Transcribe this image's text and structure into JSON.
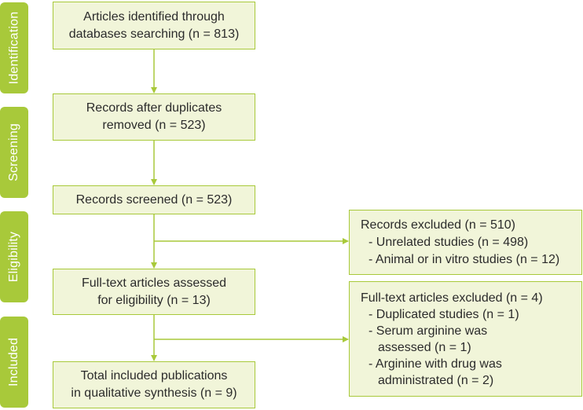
{
  "stages": {
    "identification": "Identification",
    "screening": "Screening",
    "eligibility": "Eligibility",
    "included": "Included"
  },
  "boxes": {
    "identified": [
      "Articles identified through",
      "databases searching (n = 813)"
    ],
    "after_duplicates": [
      "Records after duplicates",
      "removed (n = 523)"
    ],
    "screened": [
      "Records screened (n = 523)"
    ],
    "full_text": [
      "Full-text articles assessed",
      "for eligibility (n = 13)"
    ],
    "included": [
      "Total included publications",
      "in qualitative synthesis (n = 9)"
    ]
  },
  "excluded_records": {
    "title": "Records excluded (n = 510)",
    "items": [
      "- Unrelated studies (n = 498)",
      "- Animal or in vitro studies (n = 12)"
    ]
  },
  "excluded_fulltext": {
    "title": "Full-text articles excluded (n = 4)",
    "items": [
      "- Duplicated studies (n = 1)",
      "- Serum arginine was",
      "assessed (n = 1)",
      "- Arginine with drug was",
      "administrated (n = 2)"
    ]
  },
  "colors": {
    "accent": "#a8c93a",
    "box_fill": "#f1f5d9"
  }
}
